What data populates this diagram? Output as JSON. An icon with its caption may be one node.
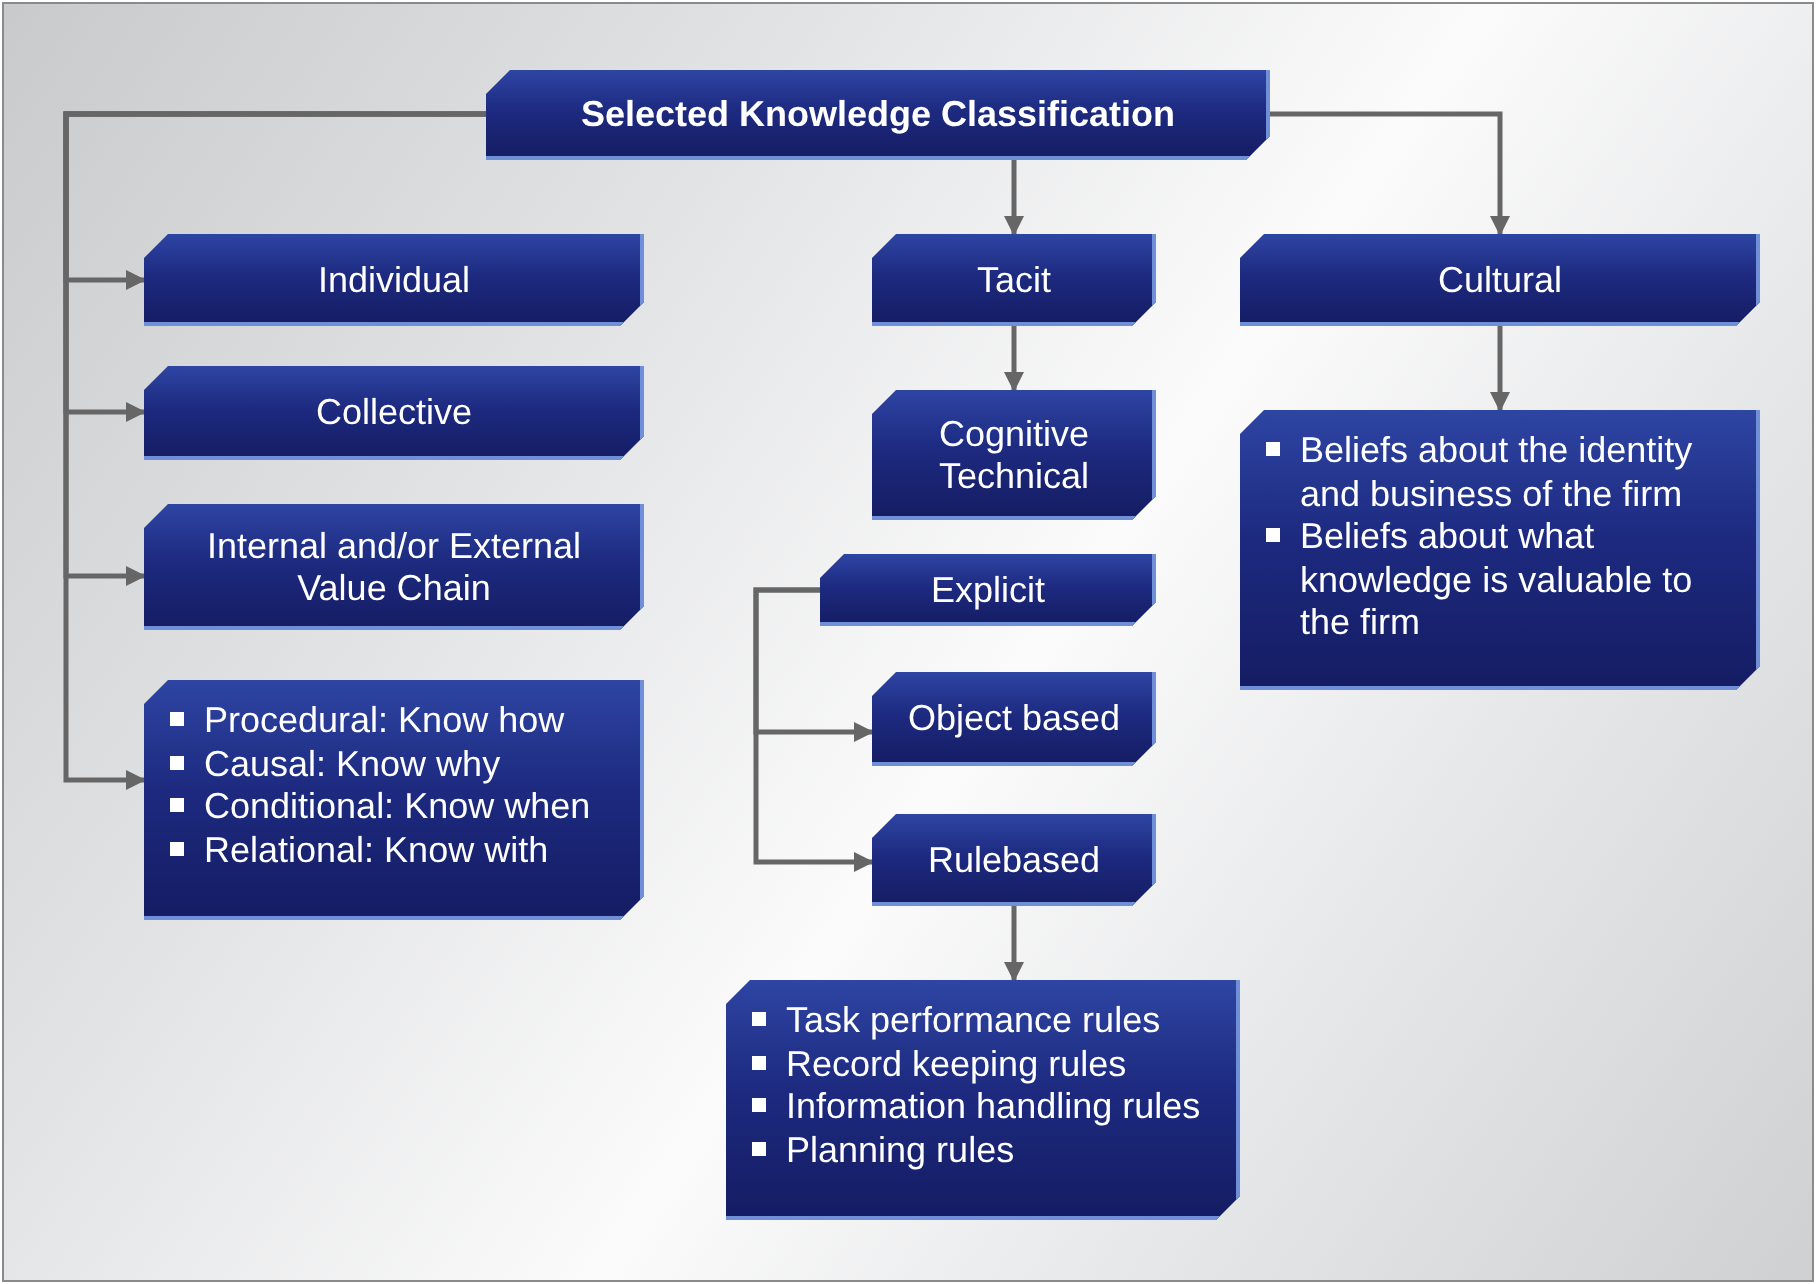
{
  "diagram": {
    "nodes": [
      {
        "text": [
          "Selected Knowledge Classification"
        ]
      },
      {
        "text": [
          "Individual"
        ]
      },
      {
        "text": [
          "Collective"
        ]
      },
      {
        "text": [
          "Internal and/or External Value Chain"
        ]
      },
      {
        "text": [
          "Procedural: Know how",
          "Causal: Know why",
          "Conditional: Know when",
          "Relational: Know with"
        ]
      },
      {
        "text": [
          "Tacit"
        ]
      },
      {
        "text": [
          "Cognitive Technical"
        ]
      },
      {
        "text": [
          "Explicit"
        ]
      },
      {
        "text": [
          "Object based"
        ]
      },
      {
        "text": [
          "Rulebased"
        ]
      },
      {
        "text": [
          "Task performance rules",
          "Record keeping rules",
          "Information handling rules",
          "Planning rules"
        ]
      },
      {
        "text": [
          "Cultural"
        ]
      },
      {
        "text": [
          "Beliefs about the identity and business of the firm",
          "Beliefs about what knowledge is valuable to the firm"
        ]
      }
    ],
    "edges": [
      {
        "from": 0,
        "to": 1,
        "arrow": "to"
      },
      {
        "from": 0,
        "to": 2,
        "arrow": "to"
      },
      {
        "from": 0,
        "to": 3,
        "arrow": "to"
      },
      {
        "from": 0,
        "to": 4,
        "arrow": "to"
      },
      {
        "from": 0,
        "to": 5,
        "arrow": "to"
      },
      {
        "from": 0,
        "to": 11,
        "arrow": "to"
      },
      {
        "from": 5,
        "to": 6,
        "arrow": "to"
      },
      {
        "from": 11,
        "to": 12,
        "arrow": "to"
      },
      {
        "from": 7,
        "to": 8,
        "arrow": "to"
      },
      {
        "from": 7,
        "to": 9,
        "arrow": "to"
      },
      {
        "from": 9,
        "to": 10,
        "arrow": "to"
      }
    ]
  }
}
